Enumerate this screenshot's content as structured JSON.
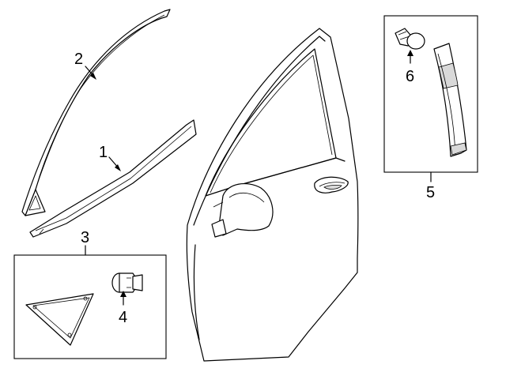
{
  "diagram": {
    "callouts": {
      "c1": "1",
      "c2": "2",
      "c3": "3",
      "c4": "4",
      "c5": "5",
      "c6": "6"
    }
  },
  "colors": {
    "line": "#000000",
    "background": "#ffffff",
    "shade": "#d9d9d9"
  }
}
